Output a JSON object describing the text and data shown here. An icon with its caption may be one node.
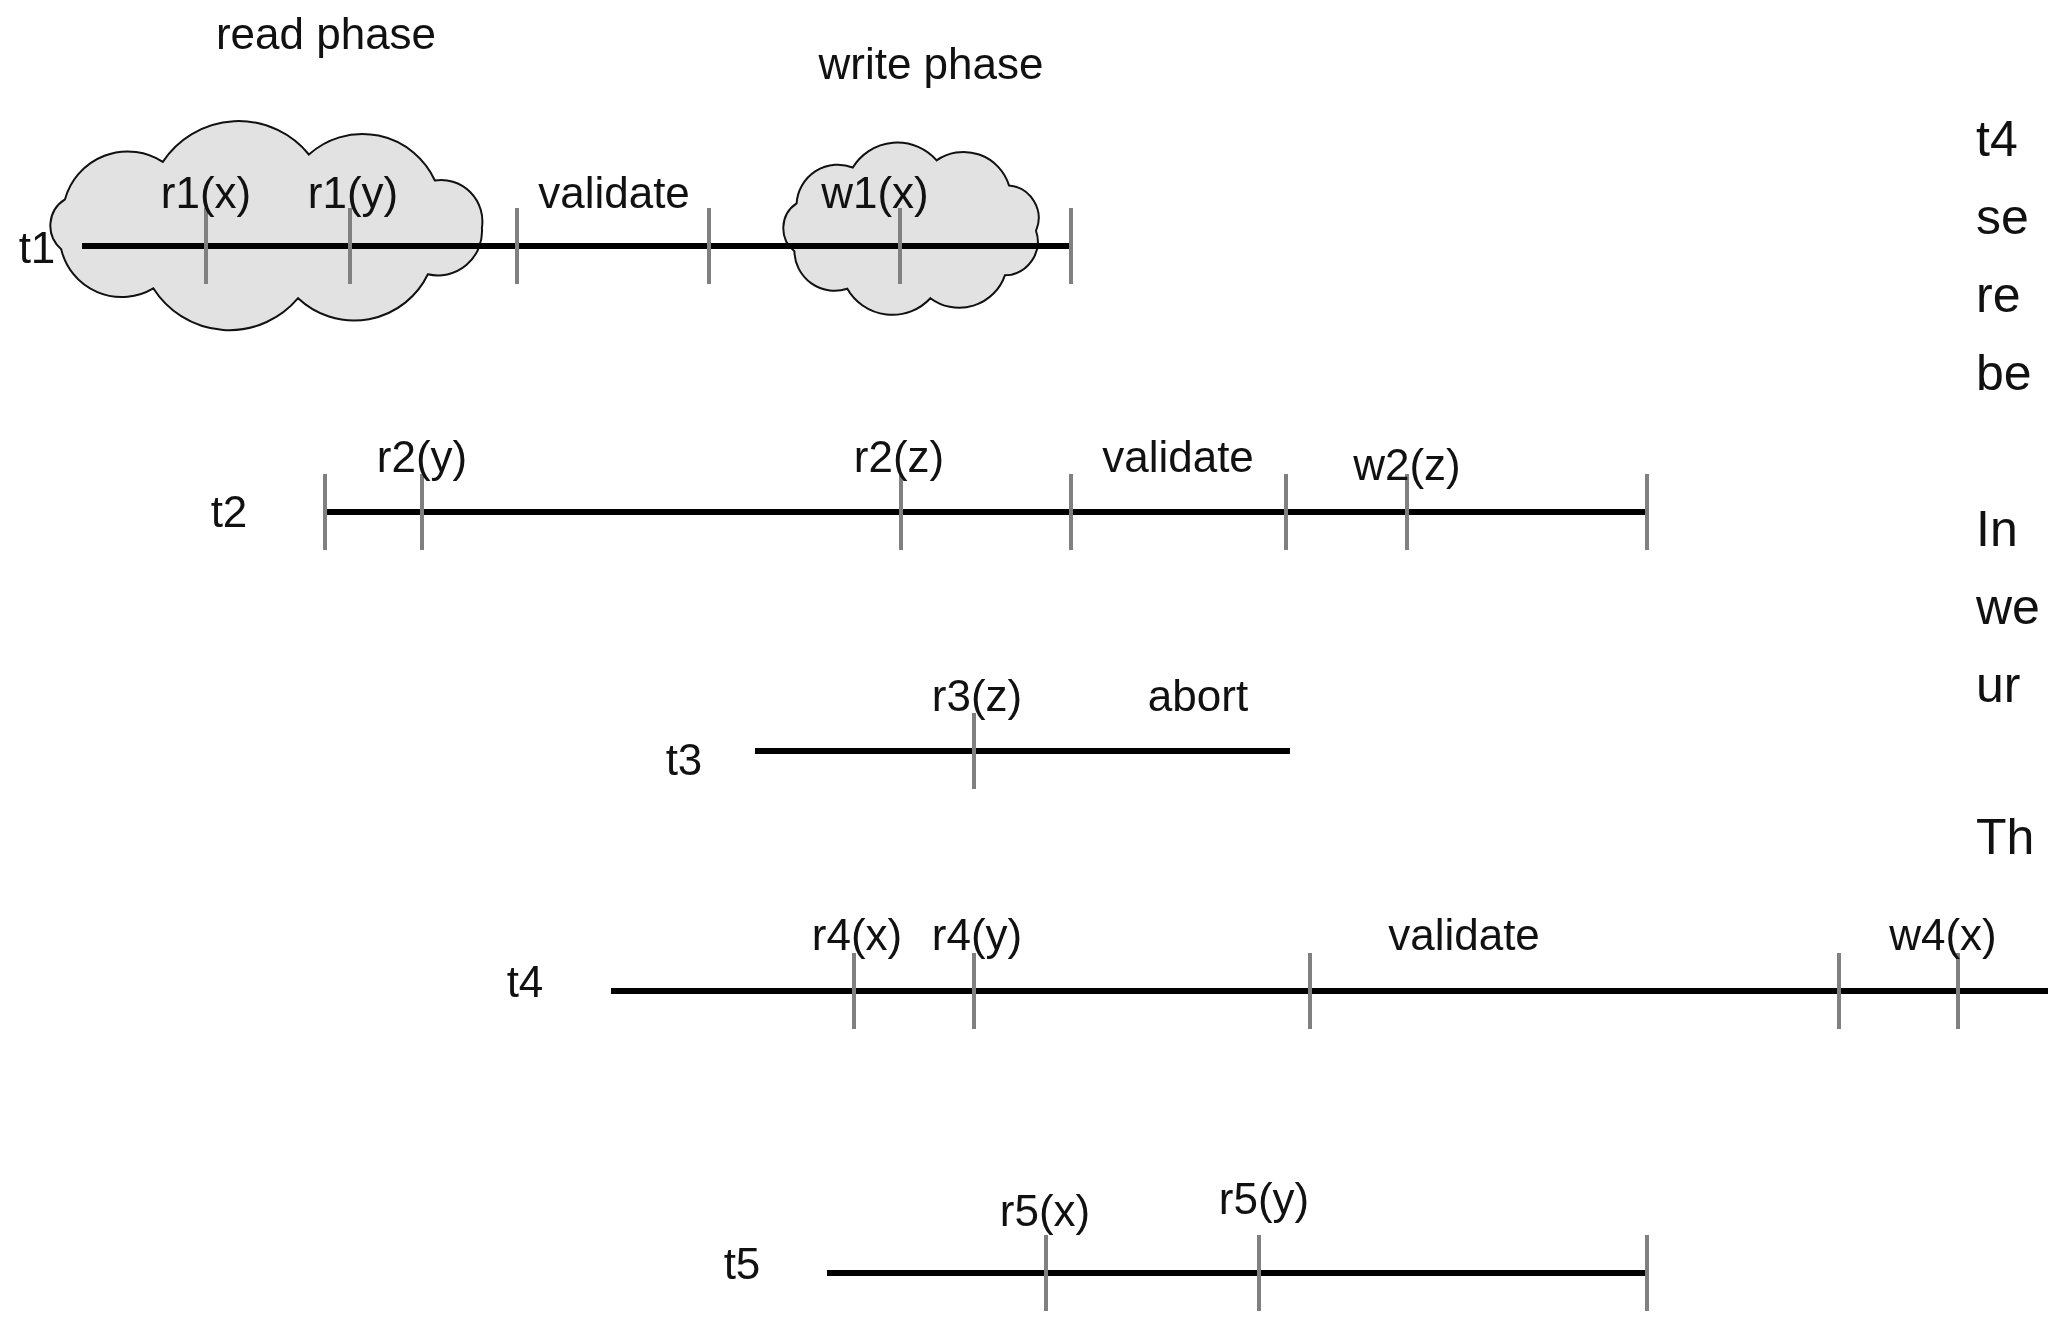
{
  "diagram": {
    "nodes": [
      {
        "text": [
          "read phase"
        ]
      },
      {
        "text": [
          "write phase"
        ]
      }
    ],
    "labels": [
      "r1(x)",
      "r1(y)",
      "validate",
      "w1(x)",
      "t1",
      "r2(y)",
      "r2(z)",
      "validate",
      "w2(z)",
      "t2",
      "r3(z)",
      "abort",
      "t3",
      "r4(x)",
      "r4(y)",
      "validate",
      "w4(x)",
      "t4",
      "r5(x)",
      "r5(y)",
      "t5",
      "t4 se re be",
      "In we ur",
      "Th"
    ]
  }
}
